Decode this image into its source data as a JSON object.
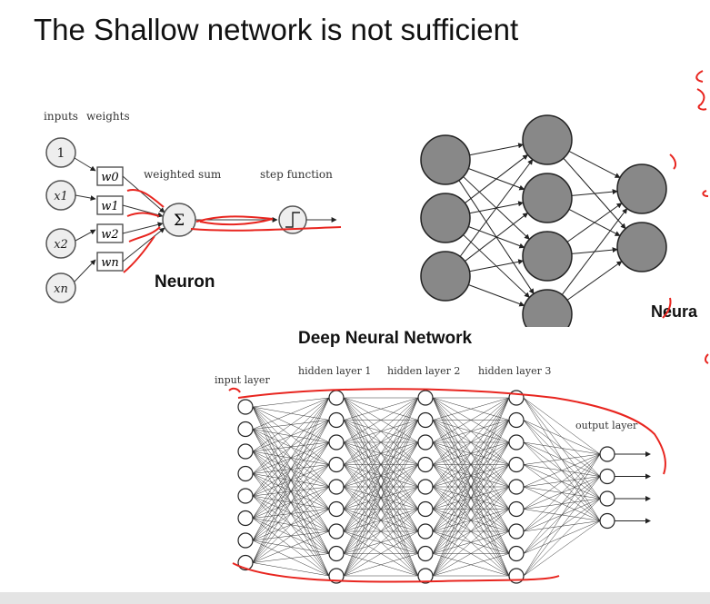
{
  "slide": {
    "title": "The Shallow network is not sufficient"
  },
  "perceptron": {
    "header_inputs": "inputs",
    "header_weights": "weights",
    "inputs": [
      "1",
      "x1",
      "x2",
      "xn"
    ],
    "weights": [
      "w0",
      "w1",
      "w2",
      "wn"
    ],
    "sum_label": "weighted sum",
    "step_label": "step function",
    "sum_symbol": "Σ",
    "caption": "Neuron"
  },
  "small_network": {
    "layer_sizes": [
      3,
      4,
      2
    ],
    "caption_partial": "Neura"
  },
  "deep_network": {
    "caption": "Deep Neural Network",
    "input_label": "input layer",
    "hidden_labels": [
      "hidden layer 1",
      "hidden layer 2",
      "hidden layer 3"
    ],
    "output_label": "output layer",
    "layer_sizes": [
      8,
      9,
      9,
      9,
      4
    ]
  },
  "colors": {
    "annotation": "#e8251f",
    "node_fill": "#888888",
    "line": "#222222"
  }
}
